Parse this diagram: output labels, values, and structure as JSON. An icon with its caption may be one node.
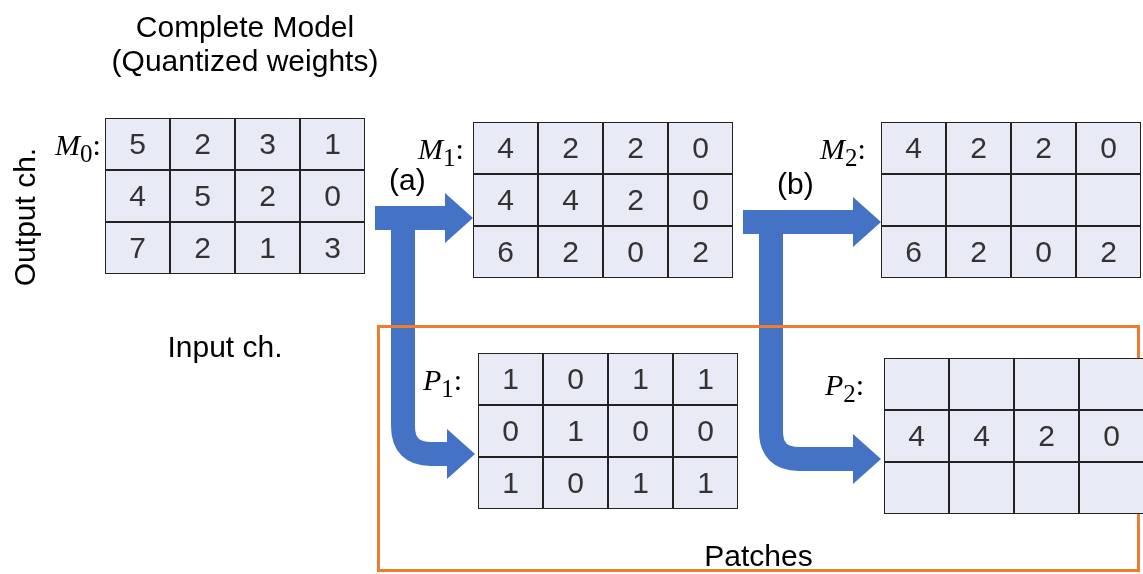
{
  "diagram": {
    "nodes": [
      {
        "text": [
          "*M*$_{0}$:"
        ]
      },
      {
        "text": [
          "5"
        ],
        "in": 0
      },
      {
        "text": [
          "2"
        ],
        "in": 0
      },
      {
        "text": [
          "3"
        ],
        "in": 0
      },
      {
        "text": [
          "1"
        ],
        "in": 0
      },
      {
        "text": [
          "4"
        ],
        "in": 0
      },
      {
        "text": [
          "5"
        ],
        "in": 0
      },
      {
        "text": [
          "2"
        ],
        "in": 0
      },
      {
        "text": [
          "0"
        ],
        "in": 0
      },
      {
        "text": [
          "7"
        ],
        "in": 0
      },
      {
        "text": [
          "2"
        ],
        "in": 0
      },
      {
        "text": [
          "1"
        ],
        "in": 0
      },
      {
        "text": [
          "3"
        ],
        "in": 0
      },
      {
        "text": [
          "*M*$_{1}$:"
        ]
      },
      {
        "text": [
          "4"
        ],
        "in": 13
      },
      {
        "text": [
          "2"
        ],
        "in": 13
      },
      {
        "text": [
          "2"
        ],
        "in": 13
      },
      {
        "text": [
          "0"
        ],
        "in": 13
      },
      {
        "text": [
          "4"
        ],
        "in": 13
      },
      {
        "text": [
          "4"
        ],
        "in": 13
      },
      {
        "text": [
          "2"
        ],
        "in": 13
      },
      {
        "text": [
          "0"
        ],
        "in": 13
      },
      {
        "text": [
          "6"
        ],
        "in": 13
      },
      {
        "text": [
          "2"
        ],
        "in": 13
      },
      {
        "text": [
          "0"
        ],
        "in": 13
      },
      {
        "text": [
          "2"
        ],
        "in": 13
      },
      {
        "text": [
          "*M*$_{2}$:"
        ]
      },
      {
        "text": [
          "4"
        ],
        "in": 26
      },
      {
        "text": [
          "2"
        ],
        "in": 26
      },
      {
        "text": [
          "2"
        ],
        "in": 26
      },
      {
        "text": [
          "0"
        ],
        "in": 26
      },
      {
        "text": [],
        "shape": "box",
        "in": 26
      },
      {
        "text": [],
        "shape": "box",
        "in": 26
      },
      {
        "text": [],
        "shape": "box",
        "in": 26
      },
      {
        "text": [],
        "shape": "box",
        "in": 26
      },
      {
        "text": [
          "6"
        ],
        "in": 26
      },
      {
        "text": [
          "2"
        ],
        "in": 26
      },
      {
        "text": [
          "0"
        ],
        "in": 26
      },
      {
        "text": [
          "2"
        ],
        "in": 26
      },
      {
        "text": [
          "Patches"
        ]
      },
      {
        "text": [
          "*P*$_{1}$:"
        ],
        "in": 39
      },
      {
        "text": [
          "1"
        ],
        "in": 40
      },
      {
        "text": [
          "0"
        ],
        "in": 40
      },
      {
        "text": [
          "1"
        ],
        "in": 40
      },
      {
        "text": [
          "1"
        ],
        "in": 40
      },
      {
        "text": [
          "0"
        ],
        "in": 40
      },
      {
        "text": [
          "1"
        ],
        "in": 40
      },
      {
        "text": [
          "0"
        ],
        "in": 40
      },
      {
        "text": [
          "0"
        ],
        "in": 40
      },
      {
        "text": [
          "1"
        ],
        "in": 40
      },
      {
        "text": [
          "0"
        ],
        "in": 40
      },
      {
        "text": [
          "1"
        ],
        "in": 40
      },
      {
        "text": [
          "1"
        ],
        "in": 40
      },
      {
        "text": [
          "*P*$_{2}$:"
        ],
        "in": 39
      },
      {
        "text": [],
        "shape": "box",
        "in": 53
      },
      {
        "text": [],
        "shape": "box",
        "in": 53
      },
      {
        "text": [],
        "shape": "box",
        "in": 53
      },
      {
        "text": [],
        "shape": "box",
        "in": 53
      },
      {
        "text": [
          "4"
        ],
        "in": 53
      },
      {
        "text": [
          "4"
        ],
        "in": 53
      },
      {
        "text": [
          "2"
        ],
        "in": 53
      },
      {
        "text": [
          "0"
        ],
        "in": 53
      },
      {
        "text": [],
        "shape": "box",
        "in": 53
      },
      {
        "text": [],
        "shape": "box",
        "in": 53
      },
      {
        "text": [],
        "shape": "box",
        "in": 53
      },
      {
        "text": [],
        "shape": "box",
        "in": 53
      }
    ],
    "edges": [
      {
        "from": 0,
        "to": 13,
        "arrow": "to",
        "label": "(a)"
      },
      {
        "from": 0,
        "to": 40,
        "arrow": "to"
      },
      {
        "from": 13,
        "to": 26,
        "arrow": "to",
        "label": "(b)"
      },
      {
        "from": 13,
        "to": 53,
        "arrow": "to"
      }
    ],
    "labels": [
      "Complete Model (Quantized weights)",
      "Output ch.",
      "Input ch."
    ]
  }
}
